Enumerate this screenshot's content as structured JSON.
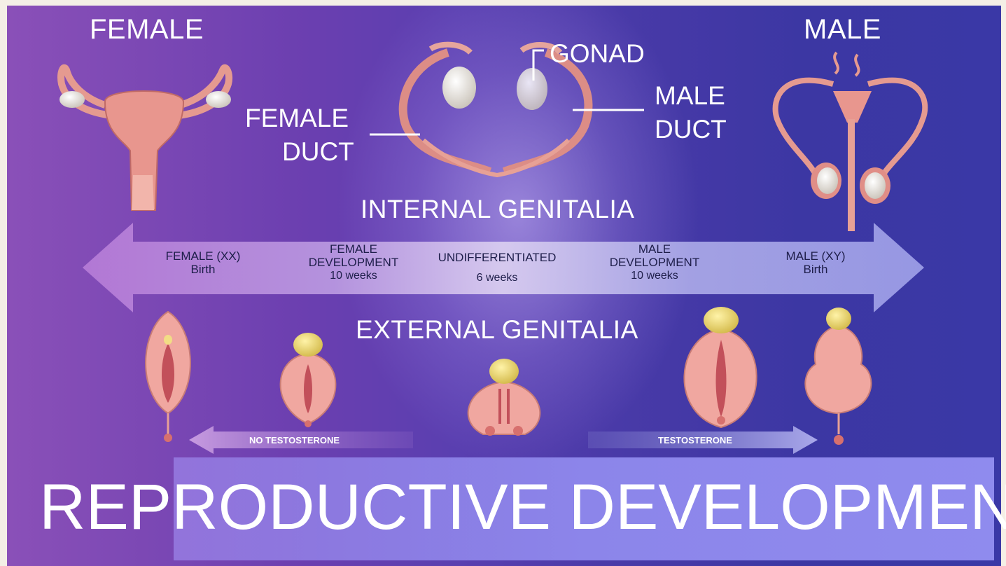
{
  "labels": {
    "female": "FEMALE",
    "male": "MALE",
    "gonad": "GONAD",
    "female_duct_1": "FEMALE",
    "female_duct_2": "DUCT",
    "male_duct_1": "MALE",
    "male_duct_2": "DUCT",
    "internal": "INTERNAL GENITALIA",
    "external": "EXTERNAL GENITALIA",
    "no_testosterone": "NO TESTOSTERONE",
    "testosterone": "TESTOSTERONE",
    "title": "REPRODUCTIVE DEVELOPMENT"
  },
  "stages": [
    {
      "line1": "FEMALE (XX)",
      "line2": "Birth",
      "line3": ""
    },
    {
      "line1": "FEMALE",
      "line2": "DEVELOPMENT",
      "line3": "10 weeks"
    },
    {
      "line1": "UNDIFFERENTIATED",
      "line2": "",
      "line3": "6 weeks"
    },
    {
      "line1": "MALE",
      "line2": "DEVELOPMENT",
      "line3": "10 weeks"
    },
    {
      "line1": "MALE (XY)",
      "line2": "Birth",
      "line3": ""
    }
  ],
  "colors": {
    "background_left": "#8a50b8",
    "background_right": "#3a38a6",
    "tissue": "#e89a92",
    "gonad": "#eeeae0",
    "glans": "#e8d46a"
  }
}
